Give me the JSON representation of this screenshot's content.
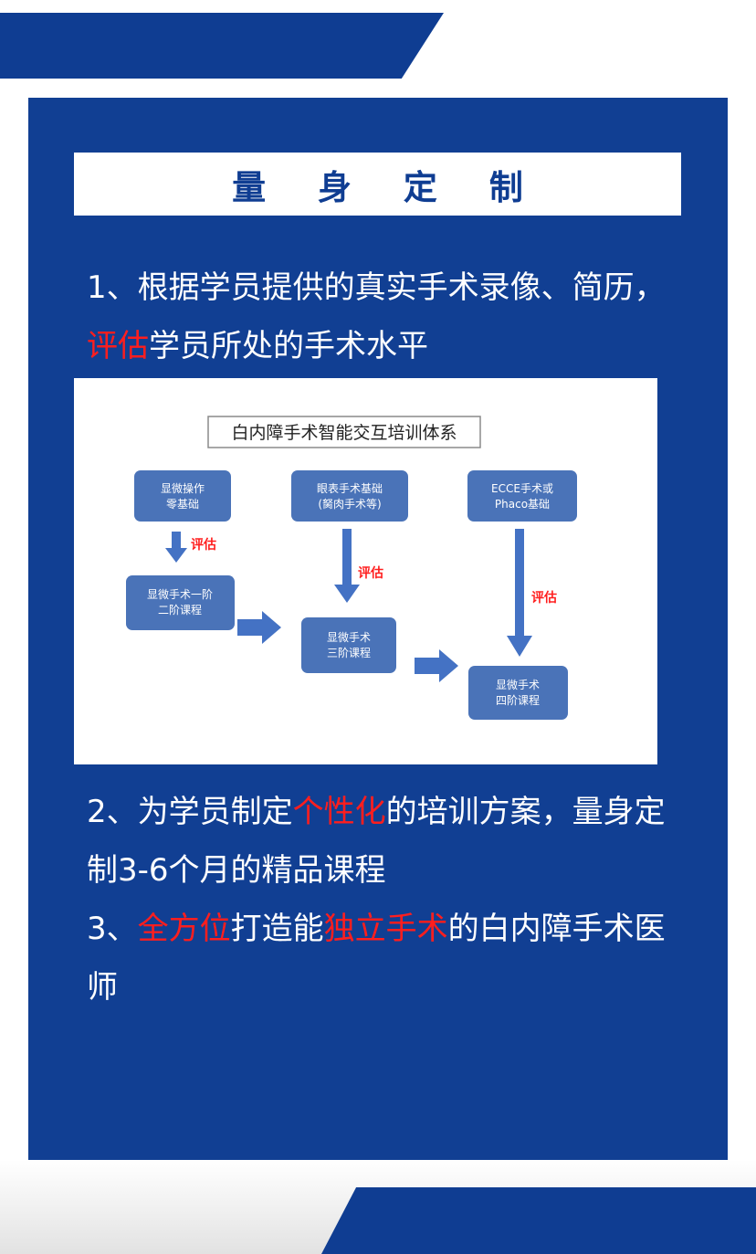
{
  "title": "量 身 定 制",
  "point1": {
    "prefix": "1、根据学员提供的真实手术录像、简历，",
    "highlight": "评估",
    "suffix": "学员所处的手术水平"
  },
  "diagram": {
    "title": "白内障手术智能交互培训体系",
    "box1": {
      "line1": "显微操作",
      "line2": "零基础"
    },
    "box2": {
      "line1": "眼表手术基础",
      "line2": "(胬肉手术等)"
    },
    "box3": {
      "line1": "ECCE手术或",
      "line2": "Phaco基础"
    },
    "box4": {
      "line1": "显微手术一阶",
      "line2": "二阶课程"
    },
    "box5": {
      "line1": "显微手术",
      "line2": "三阶课程"
    },
    "box6": {
      "line1": "显微手术",
      "line2": "四阶课程"
    },
    "assess_label": "评估",
    "colors": {
      "box": "#4a73b8",
      "arrow": "#4472c4",
      "label": "#ff1e1e"
    }
  },
  "point2": {
    "prefix": "2、为学员制定",
    "highlight": "个性化",
    "suffix": "的培训方案，量身定制3-6个月的精品课程"
  },
  "point3": {
    "prefix": "3、",
    "highlight1": "全方位",
    "middle": "打造能",
    "highlight2": "独立手术",
    "suffix": "的白内障手术医师"
  },
  "colors": {
    "panel": "#113f93",
    "highlight": "#ff1e1e",
    "band": "#0f3d92"
  }
}
